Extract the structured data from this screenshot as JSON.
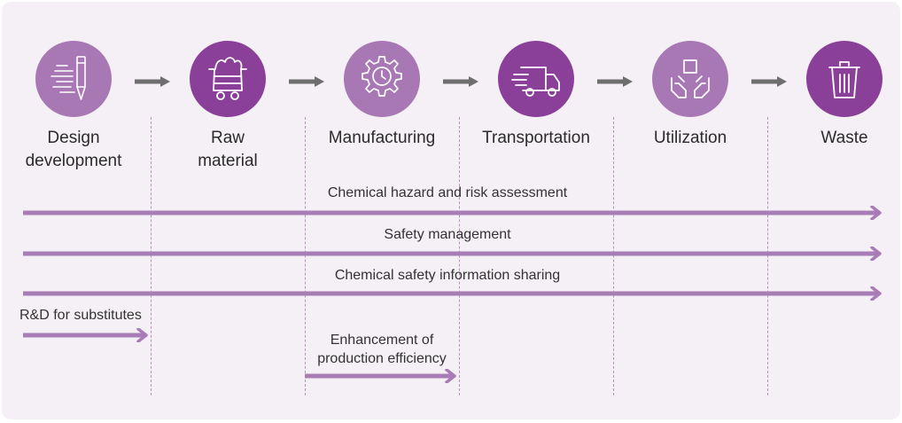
{
  "colors": {
    "panel_bg": "#f5f0f5",
    "light_purple": "#a878b4",
    "dark_purple": "#8a3f98",
    "band": "#a87db6",
    "flow_arrow": "#6e6e6e",
    "divider": "#b98fc0"
  },
  "stages": [
    {
      "label": "Design\ndevelopment",
      "icon": "pencil-icon",
      "tone": "light"
    },
    {
      "label": "Raw\nmaterial",
      "icon": "mine-cart-icon",
      "tone": "dark"
    },
    {
      "label": "Manufacturing",
      "icon": "gear-icon",
      "tone": "light"
    },
    {
      "label": "Transportation",
      "icon": "truck-icon",
      "tone": "dark"
    },
    {
      "label": "Utilization",
      "icon": "hands-box-icon",
      "tone": "light"
    },
    {
      "label": "Waste",
      "icon": "trash-can-icon",
      "tone": "dark"
    }
  ],
  "bands": [
    {
      "label": "Chemical hazard and risk assessment",
      "from_stage": "Design development",
      "to_stage": "Waste"
    },
    {
      "label": "Safety management",
      "from_stage": "Design development",
      "to_stage": "Waste"
    },
    {
      "label": "Chemical safety information sharing",
      "from_stage": "Design development",
      "to_stage": "Waste"
    },
    {
      "label": "R&D for substitutes",
      "from_stage": "Design development",
      "to_stage": "Design development"
    },
    {
      "label": "Enhancement of\nproduction efficiency",
      "from_stage": "Manufacturing",
      "to_stage": "Manufacturing"
    }
  ]
}
